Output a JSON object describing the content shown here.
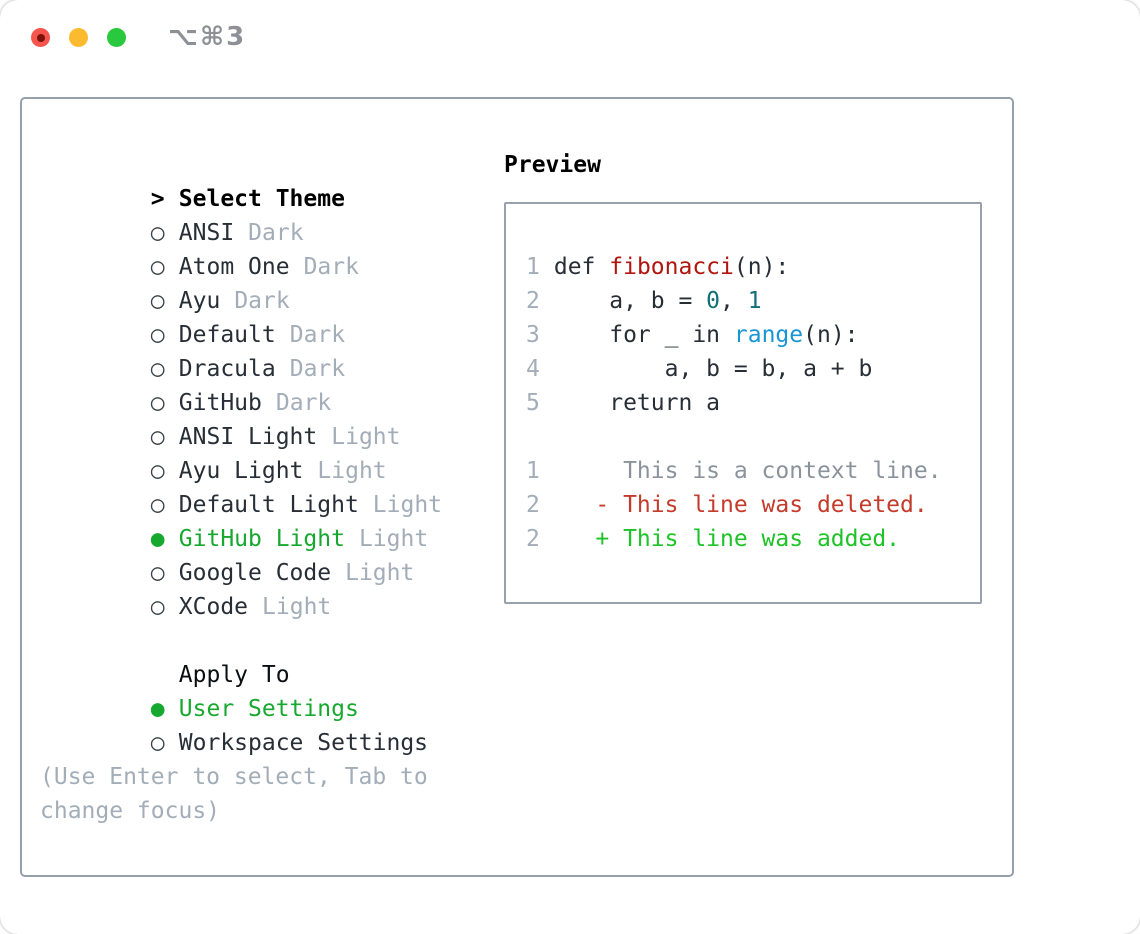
{
  "window": {
    "shortcut": "⌥⌘3"
  },
  "colors": {
    "selected_green": "#17a82f",
    "added_green": "#1dc327",
    "deleted_red": "#c53b2b",
    "function_red": "#b0150e",
    "number_teal": "#106f77",
    "call_blue": "#1795d4",
    "muted_gray": "#a3adb8",
    "panel_border": "#94a0ab",
    "traffic_red": "#f5554d",
    "traffic_yellow": "#fcbb2e",
    "traffic_green": "#29c83f"
  },
  "theme_panel": {
    "header": {
      "prefix": ">",
      "label": "Select Theme"
    },
    "themes": [
      {
        "bullet": "○",
        "name": "ANSI",
        "variant": "Dark",
        "selected": false
      },
      {
        "bullet": "○",
        "name": "Atom One",
        "variant": "Dark",
        "selected": false
      },
      {
        "bullet": "○",
        "name": "Ayu",
        "variant": "Dark",
        "selected": false
      },
      {
        "bullet": "○",
        "name": "Default",
        "variant": "Dark",
        "selected": false
      },
      {
        "bullet": "○",
        "name": "Dracula",
        "variant": "Dark",
        "selected": false
      },
      {
        "bullet": "○",
        "name": "GitHub",
        "variant": "Dark",
        "selected": false
      },
      {
        "bullet": "○",
        "name": "ANSI Light",
        "variant": "Light",
        "selected": false
      },
      {
        "bullet": "○",
        "name": "Ayu Light",
        "variant": "Light",
        "selected": false
      },
      {
        "bullet": "○",
        "name": "Default Light",
        "variant": "Light",
        "selected": false
      },
      {
        "bullet": "●",
        "name": "GitHub Light",
        "variant": "Light",
        "selected": true
      },
      {
        "bullet": "○",
        "name": "Google Code",
        "variant": "Light",
        "selected": false
      },
      {
        "bullet": "○",
        "name": "XCode",
        "variant": "Light",
        "selected": false
      }
    ],
    "apply_to": {
      "label": "Apply To",
      "options": [
        {
          "bullet": "●",
          "name": "User Settings",
          "selected": true
        },
        {
          "bullet": "○",
          "name": "Workspace Settings",
          "selected": false
        }
      ]
    },
    "hint": {
      "line1": "(Use Enter to select, Tab to",
      "line2": "change focus)"
    }
  },
  "preview": {
    "title": "Preview",
    "code": [
      {
        "gutter": "1",
        "tokens": [
          {
            "t": " def ",
            "c": "fg"
          },
          {
            "t": "fibonacci",
            "c": "fn"
          },
          {
            "t": "(n):",
            "c": "fg"
          }
        ]
      },
      {
        "gutter": "2",
        "tokens": [
          {
            "t": "     a, b = ",
            "c": "fg"
          },
          {
            "t": "0",
            "c": "num"
          },
          {
            "t": ", ",
            "c": "fg"
          },
          {
            "t": "1",
            "c": "num"
          }
        ]
      },
      {
        "gutter": "3",
        "tokens": [
          {
            "t": "     for _ in ",
            "c": "fg"
          },
          {
            "t": "range",
            "c": "call"
          },
          {
            "t": "(n):",
            "c": "fg"
          }
        ]
      },
      {
        "gutter": "4",
        "tokens": [
          {
            "t": "         a, b = b, a + b",
            "c": "fg"
          }
        ]
      },
      {
        "gutter": "5",
        "tokens": [
          {
            "t": "     return a",
            "c": "fg"
          }
        ]
      },
      {
        "gutter": "",
        "tokens": []
      },
      {
        "gutter": "1",
        "tokens": [
          {
            "t": "      This is a context line.",
            "c": "ctx"
          }
        ]
      },
      {
        "gutter": "2",
        "tokens": [
          {
            "t": "    - This line was deleted.",
            "c": "del"
          }
        ]
      },
      {
        "gutter": "2",
        "tokens": [
          {
            "t": "    + This line was added.",
            "c": "add"
          }
        ]
      }
    ]
  }
}
